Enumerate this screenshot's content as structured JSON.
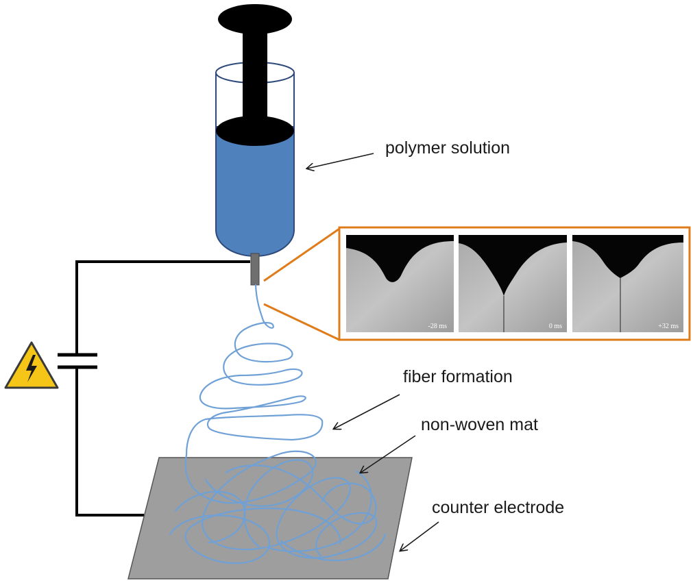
{
  "labels": {
    "polymer_solution": "polymer solution",
    "fiber_formation": "fiber formation",
    "non_woven_mat": "non-woven mat",
    "counter_electrode": "counter electrode"
  },
  "inset": {
    "frames": [
      {
        "time_label": "-28 ms"
      },
      {
        "time_label": "0 ms"
      },
      {
        "time_label": "+32 ms"
      }
    ]
  },
  "colors": {
    "solution": "#4f81bd",
    "fiber": "#6fa0d6",
    "inset_border": "#e07b1a",
    "electrode": "#9e9e9e",
    "warning": "#f5c518"
  },
  "icons": {
    "warning": "high-voltage-warning-icon"
  }
}
